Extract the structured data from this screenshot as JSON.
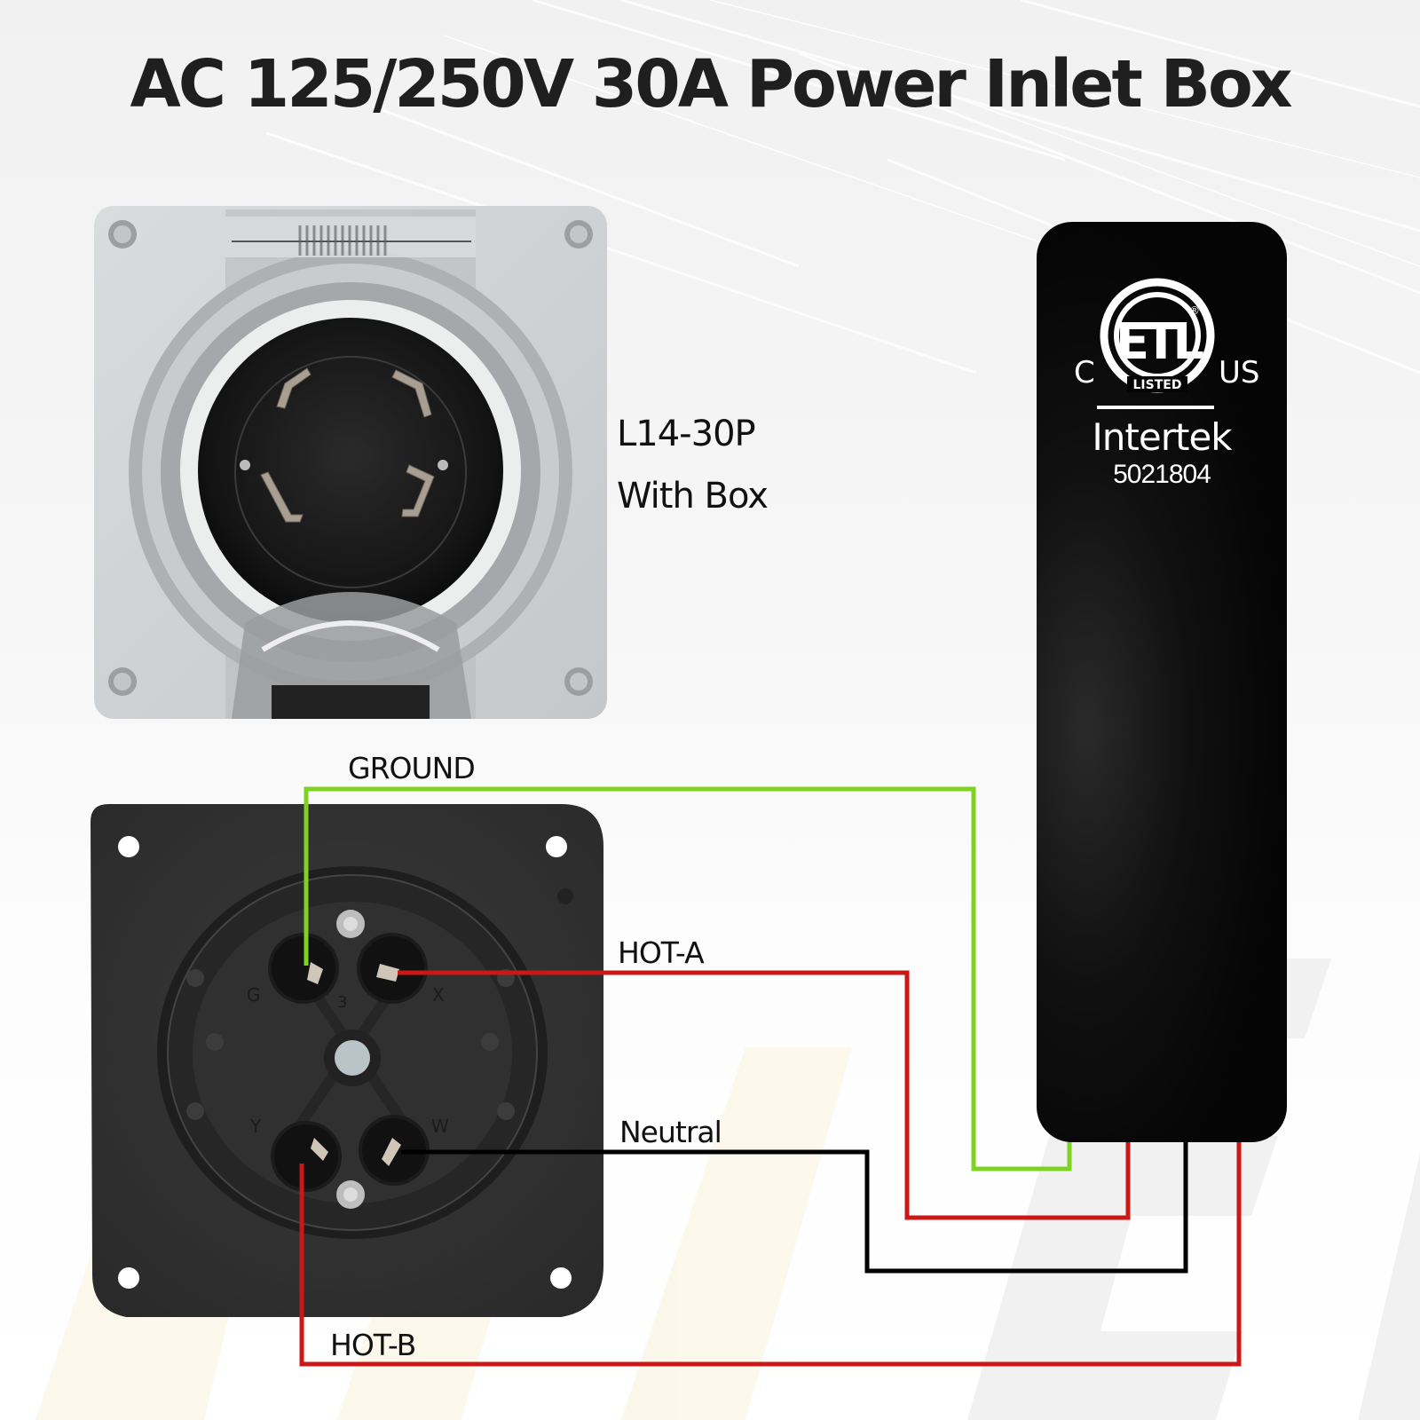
{
  "title": "AC 125/250V 30A Power Inlet Box",
  "product": {
    "model": "L14-30P",
    "variant": "With Box"
  },
  "certification": {
    "mark": "ETL",
    "mark_subtext": "LISTED",
    "registered_symbol": "®",
    "country_left": "C",
    "country_right": "US",
    "brand": "Intertek",
    "number": "5021804"
  },
  "inlet_terminals": {
    "G": "G",
    "X": "X",
    "Y": "Y",
    "W": "W",
    "center_mark": "3"
  },
  "wires": [
    {
      "name": "GROUND",
      "color": "#7ed321",
      "terminal": "G"
    },
    {
      "name": "HOT-A",
      "color": "#cc1717",
      "terminal": "X"
    },
    {
      "name": "Neutral",
      "color": "#000000",
      "terminal": "W"
    },
    {
      "name": "HOT-B",
      "color": "#cc1717",
      "terminal": "Y"
    }
  ],
  "colors": {
    "ground": "#7ed321",
    "hot": "#cc1717",
    "neutral": "#000000",
    "title": "#1f1f1f",
    "cert_box": "#050505"
  }
}
